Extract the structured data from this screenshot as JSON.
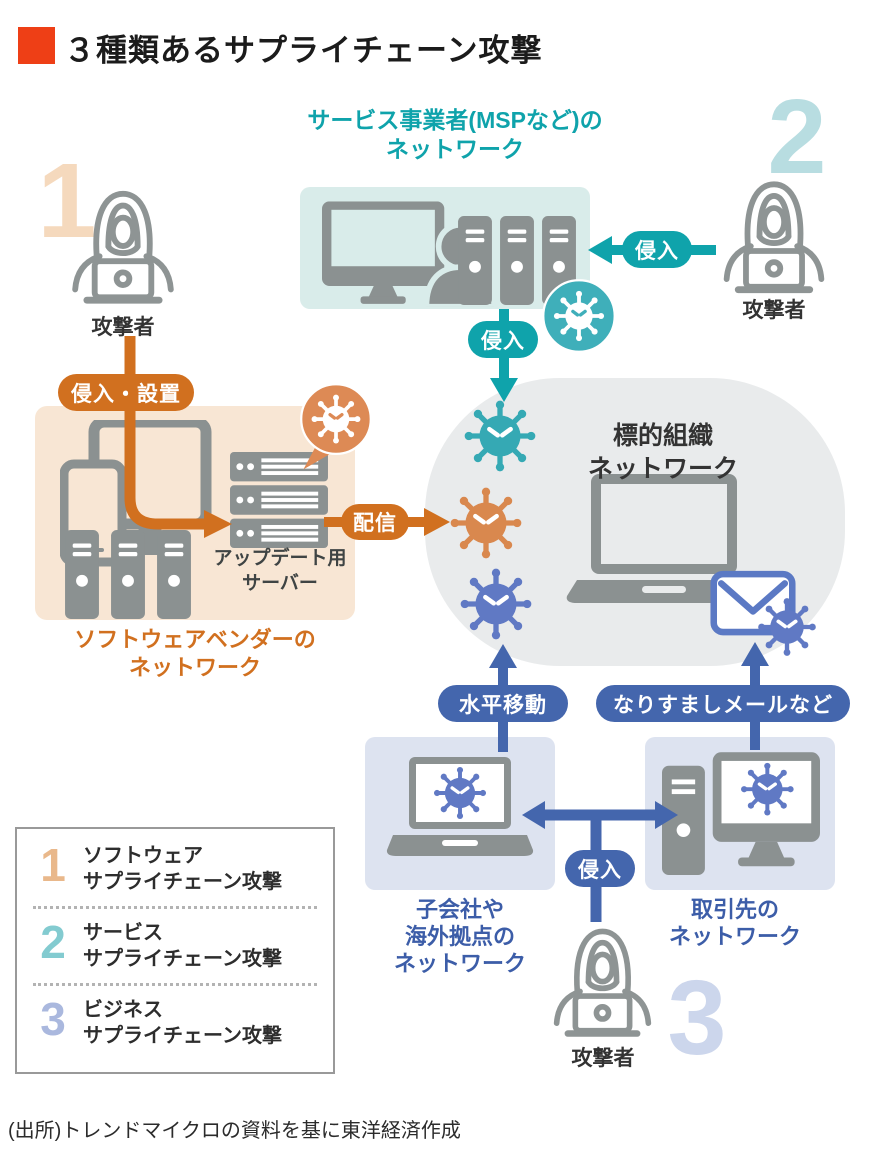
{
  "title": "３種類あるサプライチェーン攻撃",
  "source": "(出所)トレンドマイクロの資料を基に東洋経済作成",
  "colors": {
    "accent_red": "#ee3f16",
    "teal": "#0fa3ab",
    "orange": "#d1701f",
    "blue": "#4466ad",
    "icon_gray": "#8b9191"
  },
  "icons": {
    "attacker-icon": "hooded hacker with laptop",
    "virus-icon": "malware virus ball with angry eyes",
    "monitor-user-icon": "monitor with operator silhouette",
    "server-tower-icon": "server tower",
    "update-server-icon": "stacked rack server",
    "devices-icon": "monitor and tablet",
    "laptop-icon": "laptop",
    "desktop-icon": "desktop pc with monitor",
    "mail-icon": "envelope"
  },
  "msp_network": {
    "line1": "サービス事業者(MSPなど)の",
    "line2": "ネットワーク"
  },
  "attackers": {
    "one": {
      "number": "1",
      "label": "攻撃者"
    },
    "two": {
      "number": "2",
      "label": "攻撃者"
    },
    "three": {
      "number": "3",
      "label": "攻撃者"
    }
  },
  "badges": {
    "intrusion_install": "侵入・設置",
    "intrusion_service": "侵入",
    "intrusion_target": "侵入",
    "intrusion_partner": "侵入",
    "delivery": "配信",
    "lateral_move": "水平移動",
    "spoofed_mail": "なりすましメールなど"
  },
  "vendor_network": {
    "update_server_line1": "アップデート用",
    "update_server_line2": "サーバー",
    "caption_line1": "ソフトウェアベンダーの",
    "caption_line2": "ネットワーク"
  },
  "target_network": {
    "line1": "標的組織",
    "line2": "ネットワーク"
  },
  "subsidiary_network": {
    "line1": "子会社や",
    "line2": "海外拠点の",
    "line3": "ネットワーク"
  },
  "partner_network": {
    "line1": "取引先の",
    "line2": "ネットワーク"
  },
  "legend": {
    "items": [
      {
        "number": "1",
        "line1": "ソフトウェア",
        "line2": "サプライチェーン攻撃"
      },
      {
        "number": "2",
        "line1": "サービス",
        "line2": "サプライチェーン攻撃"
      },
      {
        "number": "3",
        "line1": "ビジネス",
        "line2": "サプライチェーン攻撃"
      }
    ]
  }
}
